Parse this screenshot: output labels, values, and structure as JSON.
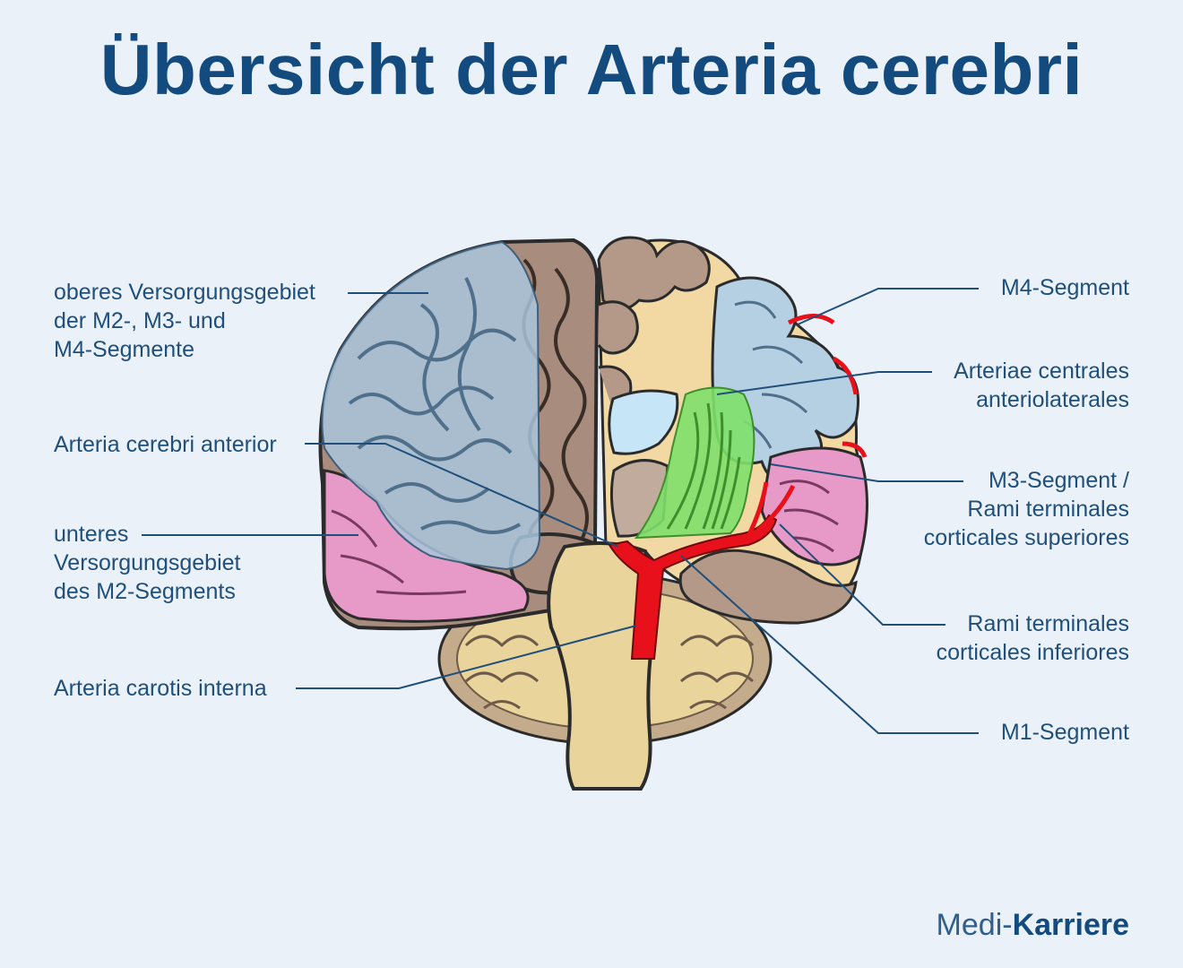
{
  "title": "Übersicht der Arteria cerebri",
  "labels": {
    "oberes": "oberes Versorgungsgebiet\nder M2-, M3- und\nM4-Segmente",
    "acerebri_anterior": "Arteria cerebri anterior",
    "unteres": "unteres\nVersorgungsgebiet\ndes M2-Segments",
    "carotis": "Arteria carotis interna",
    "m4": "M4-Segment",
    "centrales": "Arteriae centrales\nanteriolaterales",
    "m3": "M3-Segment /\nRami terminales\ncorticales superiores",
    "inferiores": "Rami terminales\ncorticales inferiores",
    "m1": "M1-Segment"
  },
  "brand": {
    "part1": "Medi-",
    "part2": "Karriere"
  },
  "colors": {
    "title": "#144b7e",
    "label": "#1f4f7a",
    "leader": "#1f4f7a",
    "blue_region": "#a9c6dc",
    "pink_region": "#e79ac8",
    "green_region": "#7fe06a",
    "brown_cortex": "#a48a7c",
    "beige": "#f2d8a2",
    "artery": "#e8101a"
  }
}
